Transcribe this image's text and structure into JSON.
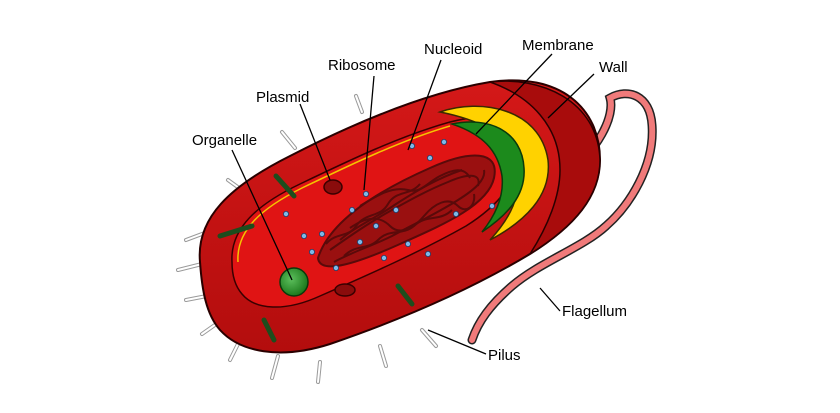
{
  "labels": {
    "nucleoid": "Nucleoid",
    "membrane": "Membrane",
    "ribosome": "Ribosome",
    "wall": "Wall",
    "plasmid": "Plasmid",
    "organelle": "Organelle",
    "flagellum": "Flagellum",
    "pilus": "Pilus"
  },
  "colors": {
    "cell_body": "#cc1111",
    "cell_dark": "#a00c0c",
    "wall": "#ffd200",
    "membrane": "#1c8a1c",
    "nucleoid": "#6e0d0d",
    "ribosome": "#7fb8e6",
    "flagellum": "#f07a7a",
    "background": "#ffffff"
  }
}
